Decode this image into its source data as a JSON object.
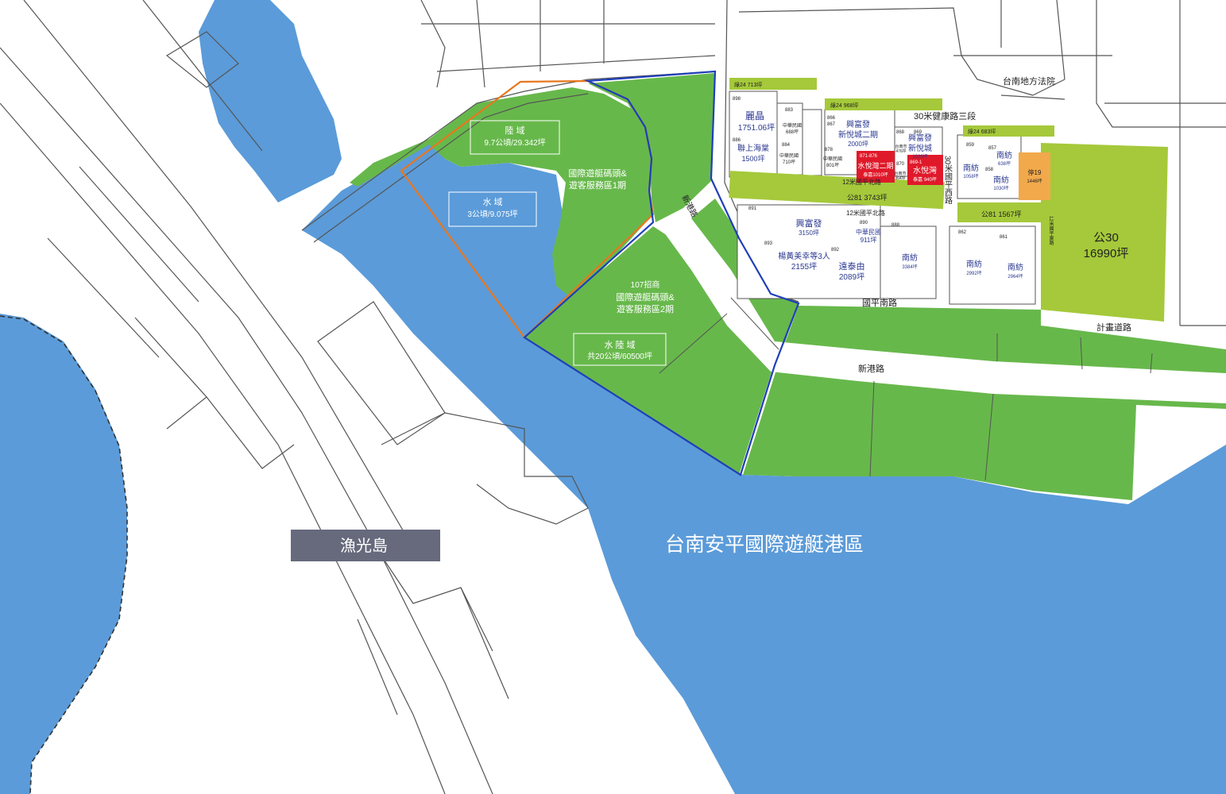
{
  "harbor": {
    "name": "台南安平國際遊艇港區"
  },
  "island": {
    "name": "漁光島"
  },
  "phase1": {
    "land_title": "陸 域",
    "land_area": "9.7公頃/29.342坪",
    "water_title": "水 域",
    "water_area": "3公頃/9.075坪",
    "name_line1": "國際遊艇碼頭&",
    "name_line2": "遊客服務區1期"
  },
  "phase2": {
    "tag": "107招商",
    "name_line1": "國際遊艇碼頭&",
    "name_line2": "遊客服務區2期",
    "area_title": "水 陸 域",
    "area_value": "共20公頃/60500坪"
  },
  "roads": {
    "jiankang": "30米健康路三段",
    "guoping_west": "30米國平西路",
    "guoping_north": "12米國平北路",
    "guoping_north_2": "12米國平北路",
    "guoping_south": "國平南路",
    "xingang": "新港路",
    "xingang_2": "新港路",
    "planned": "計畫道路",
    "side_road": "12米國平東路",
    "court": "台南地方法院"
  },
  "greens": {
    "g1": "綠24 713坪",
    "g2": "綠24 968坪",
    "g3": "綠24 683坪",
    "park81a_label": "公81",
    "park81a_area": "3743坪",
    "park81b_label": "公81",
    "park81b_area": "1567坪",
    "park30_label": "公30",
    "park30_area": "16990坪",
    "parking_label": "停19",
    "parking_area": "1446坪"
  },
  "lots": [
    {
      "id": "898",
      "name": "麗晶",
      "area": "1751.06坪"
    },
    {
      "id": "886",
      "name": "聯上海棠",
      "area": "1500坪"
    },
    {
      "id": "883",
      "name": "中華民國",
      "area": "688坪"
    },
    {
      "id": "884",
      "name": "中華民國",
      "area": "710坪"
    },
    {
      "id": "866",
      "name": "興富發",
      "area": ""
    },
    {
      "id": "867",
      "name": "新悅城二期",
      "area": "2000坪"
    },
    {
      "id": "878",
      "name": "中華民國",
      "area": "801坪"
    },
    {
      "id": "871-876",
      "name": "水悅灣二期",
      "area": "泰嘉1010坪"
    },
    {
      "id": "869",
      "name": "興富發",
      "area": ""
    },
    {
      "id": "869b",
      "name": "新悅城",
      "area": "1009坪"
    },
    {
      "id": "869-1",
      "name": "水悅灣",
      "area": "泰嘉 940坪"
    },
    {
      "id": "859",
      "name": "南紡",
      "area": "1058坪"
    },
    {
      "id": "857",
      "name": "南紡",
      "area": "638坪"
    },
    {
      "id": "858",
      "name": "南紡",
      "area": "1030坪"
    },
    {
      "id": "891",
      "name": "興富發",
      "area": "3150坪"
    },
    {
      "id": "890",
      "name": "中華民國",
      "area": "911坪"
    },
    {
      "id": "893",
      "name": "楊黃美幸等3人",
      "area": "2155坪"
    },
    {
      "id": "892",
      "name": "遠泰由",
      "area": "2089坪"
    },
    {
      "id": "888",
      "name": "南紡",
      "area": "3384坪"
    },
    {
      "id": "862",
      "name": "南紡",
      "area": "2992坪"
    },
    {
      "id": "861",
      "name": "南紡",
      "area": "2964坪"
    },
    {
      "id": "868",
      "name": "台南市",
      "area": "476坪"
    },
    {
      "id": "870",
      "name": "台南市",
      "area": "364坪"
    }
  ],
  "colors": {
    "water": "#5b9bd9",
    "green": "#67b84b",
    "lime": "#a5c93a",
    "red": "#e0192a",
    "orange": "#f2a94b",
    "phase1_outline": "#e8771e",
    "phase2_outline": "#1f3fb8",
    "label_box": "#676a7c"
  }
}
